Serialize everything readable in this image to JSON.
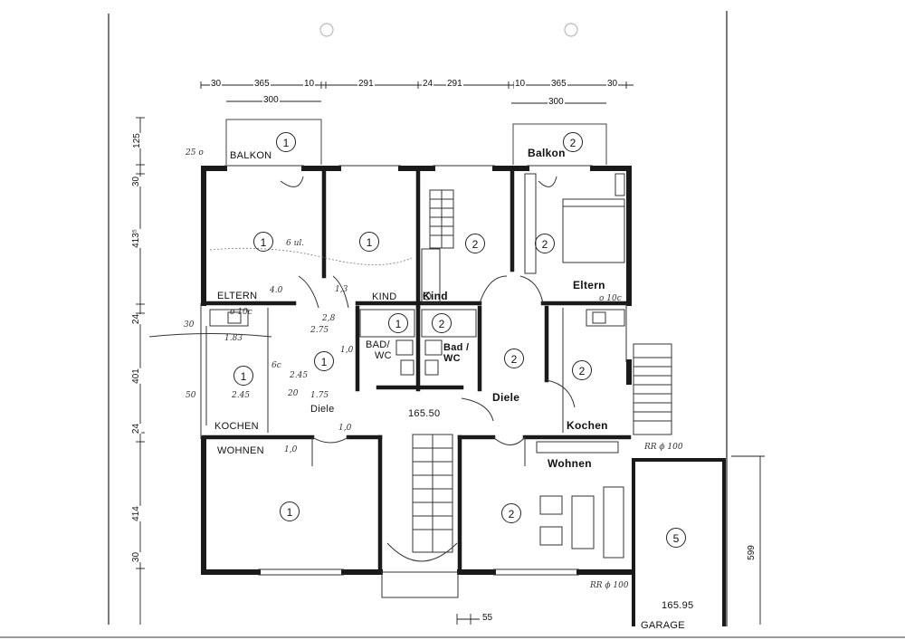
{
  "rooms": {
    "balkon_1": "BALKON",
    "balkon_2": "Balkon",
    "eltern_1": "ELTERN",
    "kind_1": "KIND",
    "kind_2": "Kind",
    "eltern_2": "Eltern",
    "bad_wc_1a": "BAD/",
    "bad_wc_1b": "WC",
    "bad_wc_2a": "Bad /",
    "bad_wc_2b": "WC",
    "diele_1": "Diele",
    "diele_2": "Diele",
    "kochen_1": "KOCHEN",
    "kochen_2": "Kochen",
    "wohnen_1": "WOHNEN",
    "wohnen_2": "Wohnen",
    "garage": "GARAGE"
  },
  "unit_markers": {
    "balkon_1": "1",
    "balkon_2": "2",
    "eltern_1": "1",
    "kind_1": "1",
    "kind_2": "2",
    "eltern_2": "2",
    "bad_1": "1",
    "bad_2": "2",
    "kochen_1": "1",
    "diele_1": "1",
    "diele_2": "2",
    "kochen_2": "2",
    "wohnen_1": "1",
    "wohnen_2": "2",
    "garage": "5"
  },
  "dimensions_top": [
    "30",
    "365",
    "10",
    "291",
    "24",
    "291",
    "10",
    "365",
    "30"
  ],
  "dimensions_top_sub": [
    "300",
    "300"
  ],
  "dimensions_left": [
    "125",
    "30",
    "413⁵",
    "24",
    "401",
    "24",
    "414",
    "30"
  ],
  "dimension_right": "599",
  "dimension_bottom": "55",
  "levels": {
    "stair": "165.50",
    "garage": "165.95"
  },
  "annotations": {
    "rr1": "RR ϕ 100",
    "rr2": "RR ϕ 100",
    "dn": "o 10c",
    "dn1": "o 10c",
    "bz": "25 o"
  },
  "handwriting": [
    "6 ul.",
    "1.83",
    "2.45",
    "1.75",
    "2.45",
    "2.75",
    "6c",
    "30",
    "20",
    "50",
    "4.0",
    "1,0",
    "1,0",
    "1,3",
    "1,0",
    "2,8"
  ]
}
